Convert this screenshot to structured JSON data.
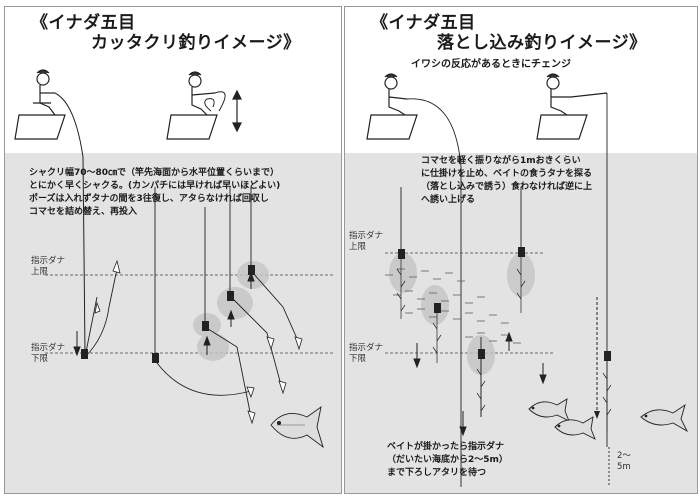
{
  "left": {
    "title_line1": "《イナダ五目",
    "title_line2": "カッタクリ釣りイメージ》",
    "description": [
      "シャクリ幅70～80㎝で（竿先海面から水平位置くらいまで）",
      "とにかく早くシャクる。(カンパチには早ければ早いほどよい)",
      "ポーズは入れずタナの間を3往復し、アタらなければ回収し",
      "コマセを詰め替え、再投入"
    ],
    "upper_label": [
      "指示ダナ",
      "上限"
    ],
    "lower_label": [
      "指示ダナ",
      "下限"
    ]
  },
  "right": {
    "title_line1": "《イナダ五目",
    "title_line2": "落とし込み釣りイメージ》",
    "subtitle": "イワシの反応があるときにチェンジ",
    "description": [
      "コマセを軽く振りながら1mおきくらい",
      "に仕掛けを止め、ベイトの食うタナを探る",
      "（落とし込みで誘う）食わなければ逆に上",
      "へ誘い上げる"
    ],
    "upper_label": [
      "指示ダナ",
      "上限"
    ],
    "lower_label": [
      "指示ダナ",
      "下限"
    ],
    "bottom_note": [
      "ベイトが掛かったら指示ダナ",
      "（だいたい海底から2～5m）",
      "まで下ろしアタリを待つ"
    ],
    "depth_label": [
      "2～",
      "5m"
    ]
  },
  "colors": {
    "sea": "#e3e3e3",
    "line": "#222222",
    "cloud": "#bdbdbd"
  }
}
